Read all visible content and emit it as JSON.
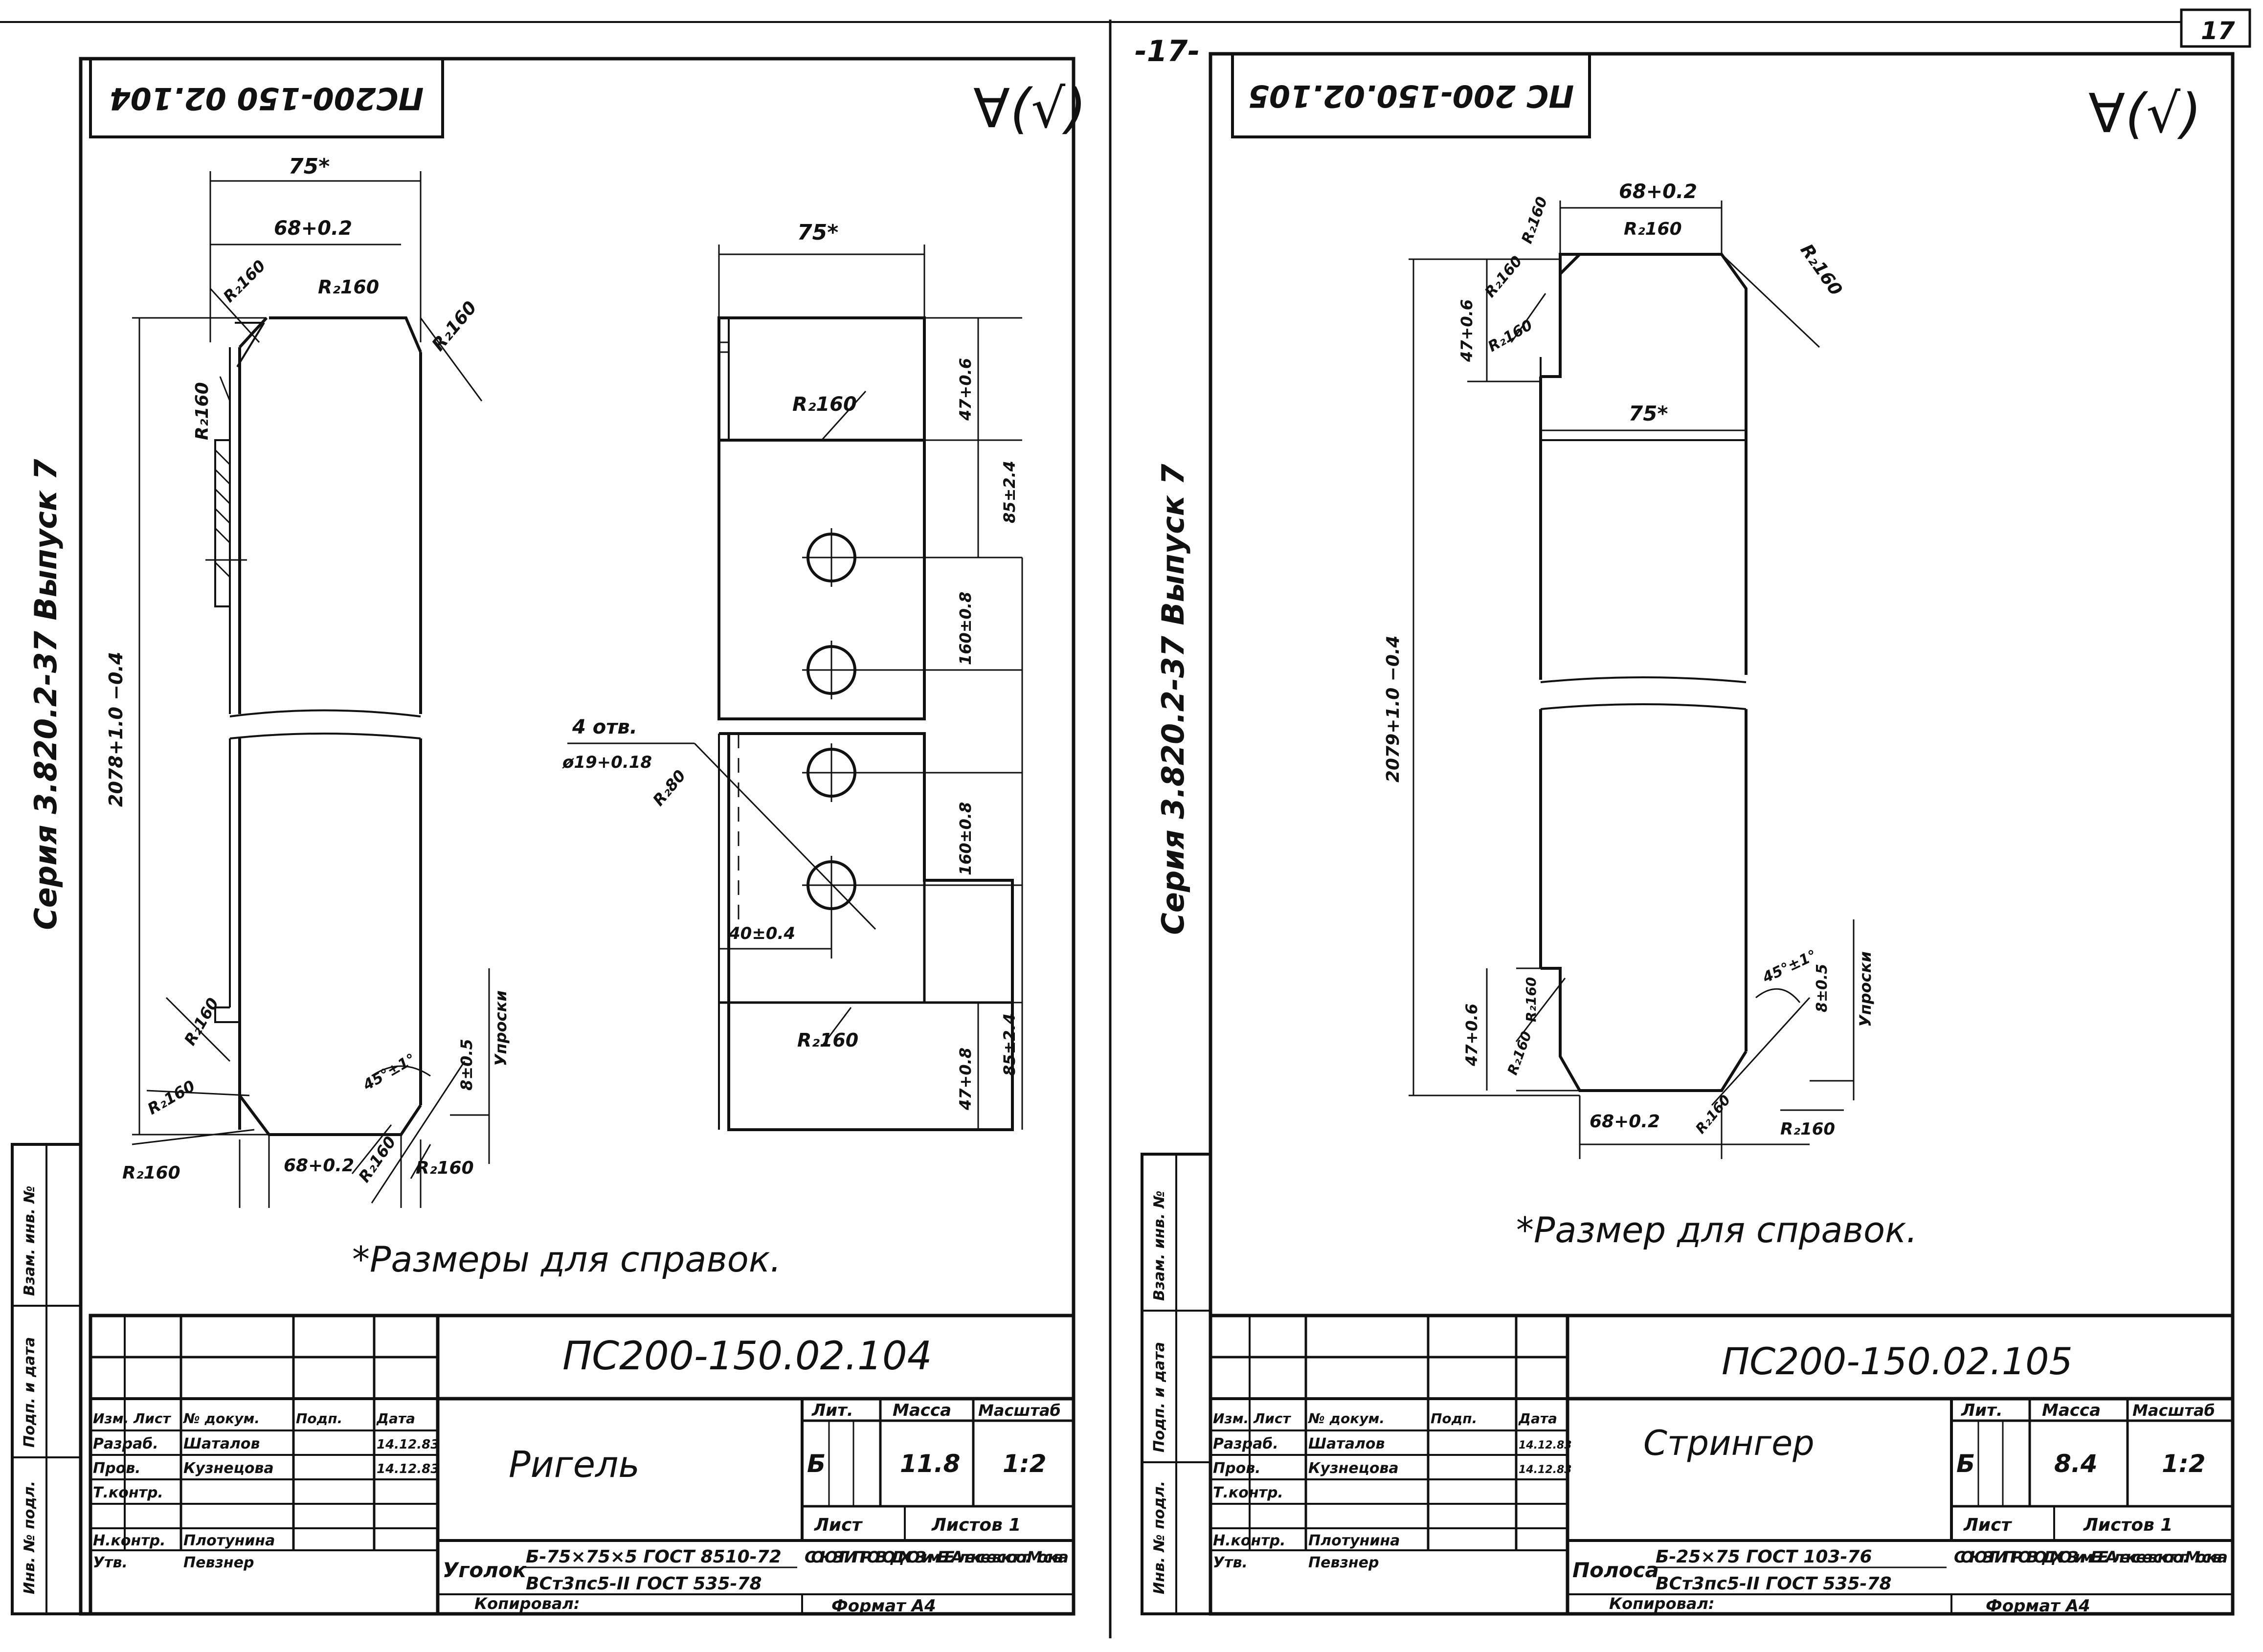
{
  "page_number": "17",
  "top_page_number": "-17-",
  "sheets": [
    {
      "code_stamp": "ПС200-150 02.104",
      "series": "Серия 3.820.2-37 Выпуск 7",
      "roughness": "∀(√)",
      "dims": {
        "width_total": "75*",
        "width_inner": "68+0.2",
        "r_top_a": "R₂160",
        "r_top_b": "R₂160",
        "r_top_c": "R₂160",
        "r_left": "R₂160",
        "length": "2078+1.0 −0.4",
        "r_bot_a": "R₂160",
        "r_bot_b": "R₂160",
        "r_bot_c": "R₂160",
        "r_bot_d": "R₂160",
        "r_bot_e": "R₂160",
        "bot_inner": "68+0.2",
        "angle": "45°±1°",
        "thickness": "8±0.5",
        "paint": "Упроски",
        "side_width": "75*",
        "side_r1": "R₂160",
        "side_r2": "R₂160",
        "side_d1": "47+0.6",
        "side_d2": "85±2.4",
        "side_d3": "160±0.8",
        "side_d4": "160±0.8",
        "holes_label": "4 отв.",
        "holes_dia": "ø19+0.18",
        "holes_r": "R₂80",
        "hole_offset": "40±0.4",
        "side_d5": "47+0.8",
        "side_d6": "85±2.4"
      },
      "note": "*Размеры для справок.",
      "title_code": "ПС200-150.02.104",
      "part_name": "Ригель",
      "lit_header": "Лит.",
      "mass_header": "Масса",
      "scale_header": "Масштаб",
      "lit": "Б",
      "mass": "11.8",
      "scale": "1:2",
      "sheet_label": "Лист",
      "sheets_label": "Листов 1",
      "material_label": "Уголок",
      "material_top": "Б-75×75×5 ГОСТ 8510-72",
      "material_bottom": "ВСт3пс5-II ГОСТ 535-78",
      "org": "СОЮЗГИПРОВОДХОЗ им. Е.Е. Алексеевского г. Москва",
      "copied": "Копировал:",
      "format": "Формат А4",
      "roles": [
        {
          "role": "Изм. Лист",
          "name": "№ докум.",
          "sign": "Подп.",
          "date": "Дата"
        },
        {
          "role": "Разраб.",
          "name": "Шаталов",
          "sign": "",
          "date": "14.12.83"
        },
        {
          "role": "Пров.",
          "name": "Кузнецова",
          "sign": "",
          "date": "14.12.83"
        },
        {
          "role": "Т.контр.",
          "name": "",
          "sign": "",
          "date": ""
        },
        {
          "role": "",
          "name": "",
          "sign": "",
          "date": ""
        },
        {
          "role": "Н.контр.",
          "name": "Плотунина",
          "sign": "",
          "date": ""
        },
        {
          "role": "Утв.",
          "name": "Певзнер",
          "sign": "",
          "date": ""
        }
      ],
      "side_strip": [
        "Инв. № подл.",
        "Подп. и дата",
        "Взам. инв. №"
      ]
    },
    {
      "code_stamp": "ПС 200-150.02.105",
      "series": "Серия 3.820.2-37 Выпуск 7",
      "roughness": "∀(√)",
      "dims": {
        "width_inner": "68+0.2",
        "r_top_a": "R₂160",
        "r_top_b": "R₂160",
        "r_top_c": "R₂160",
        "r_top_d": "R₂160",
        "r_top_e": "R₂160",
        "notch": "47+0.6",
        "width_total": "75*",
        "length": "2079+1.0 −0.4",
        "notch_bot": "47+0.6",
        "r_bot_a": "R₂160",
        "r_bot_b": "R₂160",
        "r_bot_c": "R₂160",
        "r_bot_d": "R₂160",
        "bot_inner": "68+0.2",
        "angle": "45°±1°",
        "thickness": "8±0.5",
        "paint": "Упроски"
      },
      "note": "*Размер для справок.",
      "title_code": "ПС200-150.02.105",
      "part_name": "Стрингер",
      "lit_header": "Лит.",
      "mass_header": "Масса",
      "scale_header": "Масштаб",
      "lit": "Б",
      "mass": "8.4",
      "scale": "1:2",
      "sheet_label": "Лист",
      "sheets_label": "Листов 1",
      "material_label": "Полоса",
      "material_top": "Б-25×75 ГОСТ 103-76",
      "material_bottom": "ВСт3пс5-II ГОСТ 535-78",
      "org": "СОЮЗГИПРОВОДХОЗ им. Е.Е. Алексеевского г. Москва",
      "copied": "Копировал:",
      "format": "Формат А4",
      "roles": [
        {
          "role": "Изм. Лист",
          "name": "№ докум.",
          "sign": "Подп.",
          "date": "Дата"
        },
        {
          "role": "Разраб.",
          "name": "Шаталов",
          "sign": "",
          "date": "14.12.83"
        },
        {
          "role": "Пров.",
          "name": "Кузнецова",
          "sign": "",
          "date": "14.12.83"
        },
        {
          "role": "Т.контр.",
          "name": "",
          "sign": "",
          "date": ""
        },
        {
          "role": "",
          "name": "",
          "sign": "",
          "date": ""
        },
        {
          "role": "Н.контр.",
          "name": "Плотунина",
          "sign": "",
          "date": ""
        },
        {
          "role": "Утв.",
          "name": "Певзнер",
          "sign": "",
          "date": ""
        }
      ],
      "side_strip": [
        "Инв. № подл.",
        "Подп. и дата",
        "Взам. инв. №"
      ]
    }
  ]
}
